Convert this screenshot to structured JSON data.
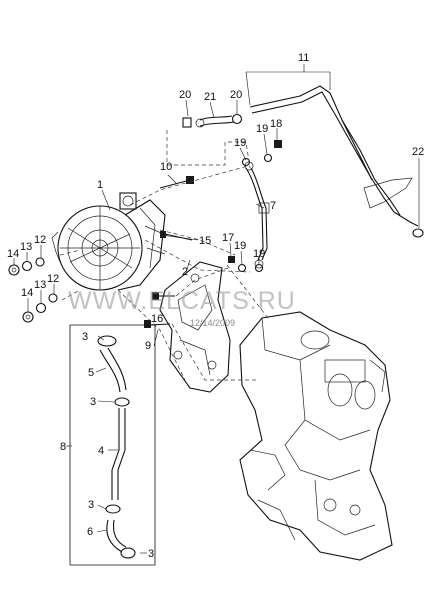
{
  "watermark": "WWW.ELCATS.RU",
  "date_stamp": "12/14/2009",
  "callouts": {
    "c1": "1",
    "c2": "2",
    "c3a": "3",
    "c3b": "3",
    "c3c": "3",
    "c3d": "3",
    "c4": "4",
    "c5": "5",
    "c6": "6",
    "c7": "7",
    "c8": "8",
    "c9": "9",
    "c10": "10",
    "c11": "11",
    "c12a": "12",
    "c12b": "12",
    "c13a": "13",
    "c13b": "13",
    "c14a": "14",
    "c14b": "14",
    "c15": "15",
    "c16": "16",
    "c17": "17",
    "c18": "18",
    "c19a": "19",
    "c19b": "19",
    "c19c": "19",
    "c20a": "20",
    "c20b": "20",
    "c21": "21",
    "c22": "22"
  }
}
